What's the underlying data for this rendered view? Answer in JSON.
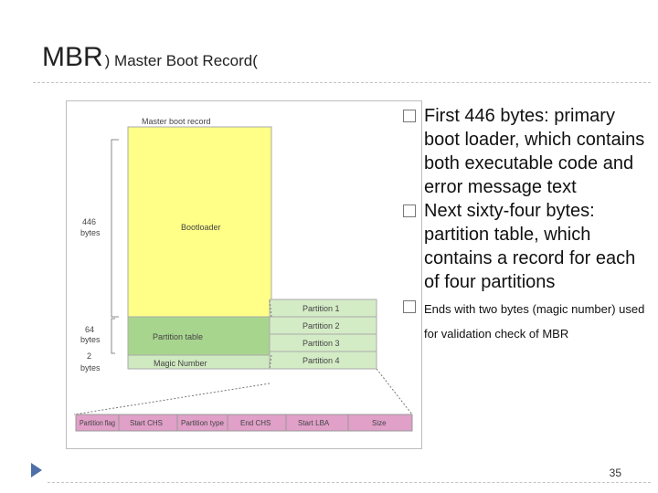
{
  "slide": {
    "title_main": "MBR",
    "title_sub": ") Master Boot Record(",
    "page_number": "35"
  },
  "figure": {
    "heading": "Master boot record",
    "bootloader": "Bootloader",
    "partition_table": "Partition table",
    "magic_number": "Magic Number",
    "size_446": "446",
    "size_446_unit": "bytes",
    "size_64": "64",
    "size_64_unit": "bytes",
    "size_2": "2",
    "size_2_unit": "bytes",
    "partitions": [
      "Partition 1",
      "Partition 2",
      "Partition 3",
      "Partition 4"
    ],
    "entry_fields": [
      "Partition flag",
      "Start CHS",
      "Partition type",
      "End CHS",
      "Start LBA",
      "Size"
    ],
    "colors": {
      "bootloader": "#ffff88",
      "partition_table": "#a8d58e",
      "magic_number": "#cfe9c0",
      "partition_entry": "#d4ecc6",
      "entry_fields": "#e0a0c8"
    }
  },
  "bullets": [
    "First 446 bytes: primary boot loader, which contains both executable code and error message text",
    "Next sixty-four bytes: partition table, which contains a record for each of four partitions",
    "Ends with two bytes (magic number) used for validation check of MBR"
  ]
}
